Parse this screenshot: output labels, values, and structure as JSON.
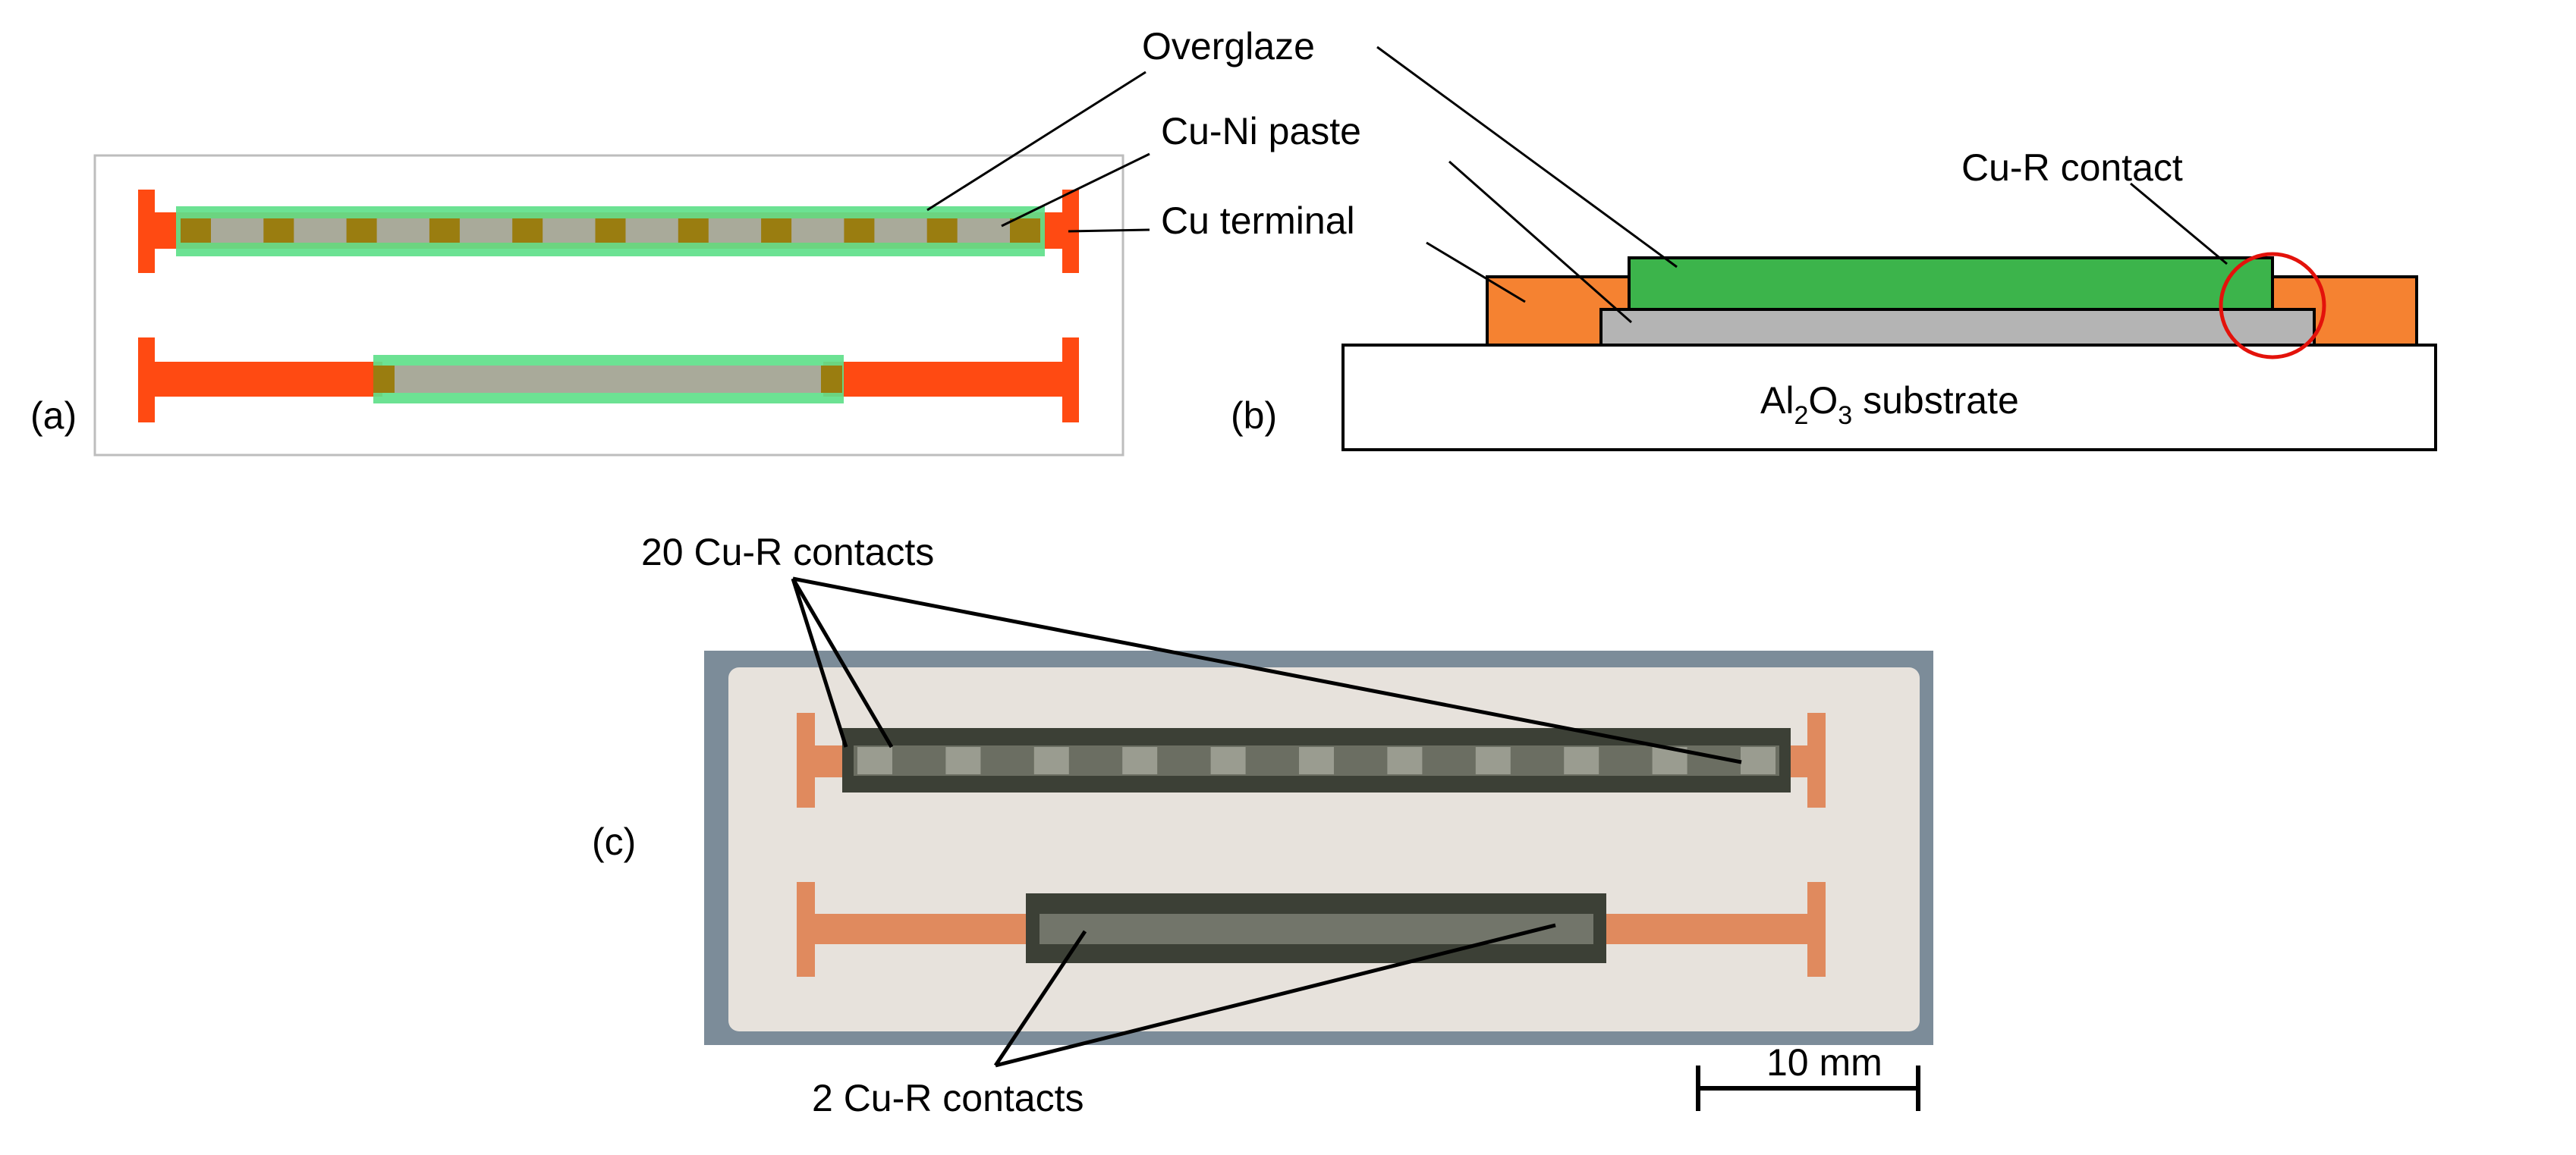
{
  "labels": {
    "overglaze": "Overglaze",
    "cu_ni_paste": "Cu-Ni paste",
    "cu_terminal": "Cu terminal",
    "cu_r_contact": "Cu-R contact",
    "substrate_prefix": "Al",
    "substrate_sub1": "2",
    "substrate_mid": "O",
    "substrate_sub2": "3",
    "substrate_suffix": " substrate",
    "contacts_20": "20 Cu-R contacts",
    "contacts_2": "2 Cu-R contacts",
    "scale_bar": "10 mm"
  },
  "panels": {
    "a": "(a)",
    "b": "(b)",
    "c": "(c)"
  },
  "colors": {
    "terminal": "#ff4a12",
    "overglaze": "#5fe08a",
    "overglaze_light": "#9ef0b4",
    "paste": "#a9aa9a",
    "contact_pad": "#9a7d10",
    "layer_terminal": "#f58231",
    "layer_overglaze": "#3cb44b",
    "layer_paste": "#b4b4b4",
    "highlight_circle": "#e3120b",
    "photo_substrate": "#e7e2dc",
    "photo_copper": "#e08a5e",
    "photo_resistor": "#3c4036"
  },
  "icons": {
    "contact_highlight": "circle-icon",
    "scale_bar": "scale-bar-icon"
  }
}
